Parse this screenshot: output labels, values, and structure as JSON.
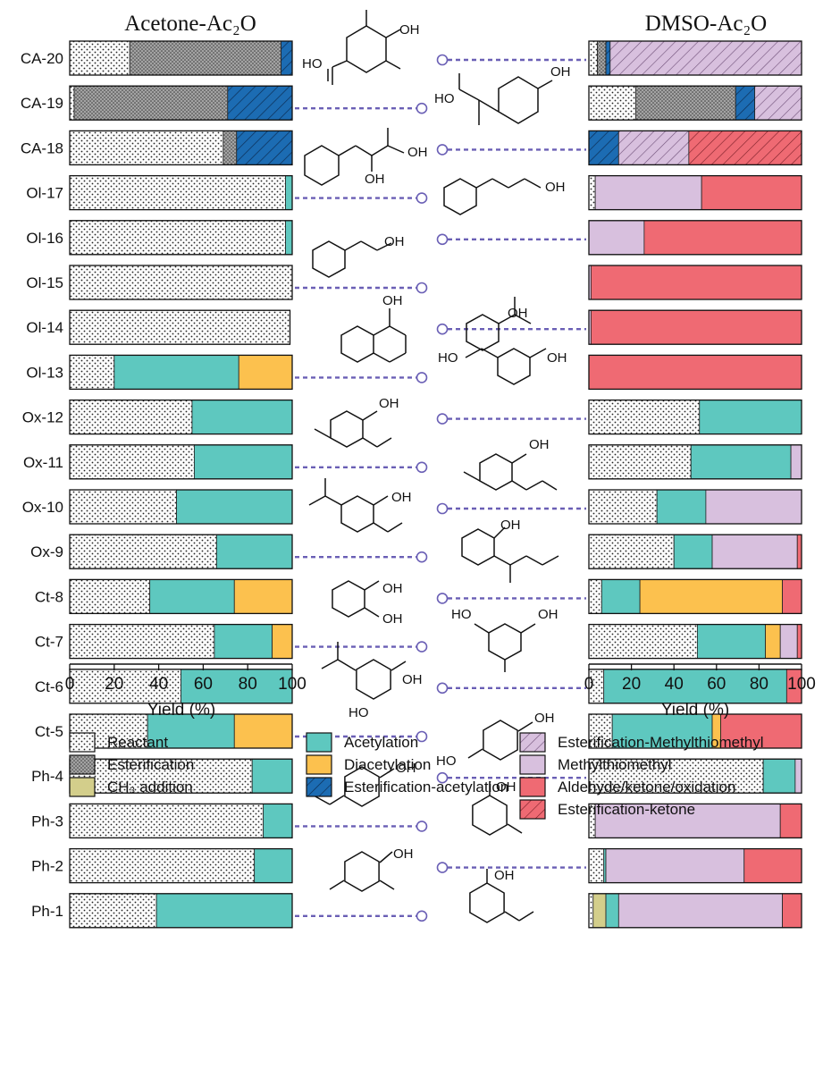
{
  "chart_data": [
    {
      "type": "bar",
      "orientation": "horizontal",
      "stacked": true,
      "title": "Acetone-Ac₂O",
      "xlabel": "Yield (%)",
      "xlim": [
        0,
        100
      ],
      "xticks": [
        "0",
        "20",
        "40",
        "60",
        "80",
        "100"
      ],
      "categories": [
        "CA-20",
        "CA-19",
        "CA-18",
        "Ol-17",
        "Ol-16",
        "Ol-15",
        "Ol-14",
        "Ol-13",
        "Ox-12",
        "Ox-11",
        "Ox-10",
        "Ox-9",
        "Ct-8",
        "Ct-7",
        "Ct-6",
        "Ct-5",
        "Ph-4",
        "Ph-3",
        "Ph-2",
        "Ph-1"
      ],
      "series": [
        {
          "name": "Reactant",
          "values": [
            27,
            2,
            69,
            97,
            97,
            100,
            99,
            20,
            55,
            56,
            48,
            66,
            36,
            65,
            50,
            35,
            82,
            87,
            83,
            39
          ]
        },
        {
          "name": "Esterification",
          "values": [
            68,
            69,
            6,
            0,
            0,
            0,
            0,
            0,
            0,
            0,
            0,
            0,
            0,
            0,
            0,
            0,
            0,
            0,
            0,
            0
          ]
        },
        {
          "name": "CH₃ addition",
          "values": [
            0,
            0,
            0,
            0,
            0,
            0,
            0,
            0,
            0,
            0,
            0,
            0,
            0,
            0,
            0,
            0,
            0,
            0,
            0,
            0
          ]
        },
        {
          "name": "Acetylation",
          "values": [
            0,
            0,
            0,
            3,
            3,
            0,
            0,
            56,
            45,
            44,
            52,
            34,
            38,
            26,
            50,
            39,
            18,
            13,
            17,
            61
          ]
        },
        {
          "name": "Diacetylation",
          "values": [
            0,
            0,
            0,
            0,
            0,
            0,
            0,
            24,
            0,
            0,
            0,
            0,
            26,
            9,
            0,
            26,
            0,
            0,
            0,
            0
          ]
        },
        {
          "name": "Esterification-acetylation",
          "values": [
            5,
            29,
            25,
            0,
            0,
            0,
            0,
            0,
            0,
            0,
            0,
            0,
            0,
            0,
            0,
            0,
            0,
            0,
            0,
            0
          ]
        },
        {
          "name": "Esterification-Methylthiomethyl",
          "values": [
            0,
            0,
            0,
            0,
            0,
            0,
            0,
            0,
            0,
            0,
            0,
            0,
            0,
            0,
            0,
            0,
            0,
            0,
            0,
            0
          ]
        },
        {
          "name": "Methylthiomethyl",
          "values": [
            0,
            0,
            0,
            0,
            0,
            0,
            0,
            0,
            0,
            0,
            0,
            0,
            0,
            0,
            0,
            0,
            0,
            0,
            0,
            0
          ]
        },
        {
          "name": "Aldehyde/ketone/oxidation",
          "values": [
            0,
            0,
            0,
            0,
            0,
            0,
            0,
            0,
            0,
            0,
            0,
            0,
            0,
            0,
            0,
            0,
            0,
            0,
            0,
            0
          ]
        },
        {
          "name": "Esterification-ketone",
          "values": [
            0,
            0,
            0,
            0,
            0,
            0,
            0,
            0,
            0,
            0,
            0,
            0,
            0,
            0,
            0,
            0,
            0,
            0,
            0,
            0
          ]
        }
      ]
    },
    {
      "type": "bar",
      "orientation": "horizontal",
      "stacked": true,
      "title": "DMSO-Ac₂O",
      "xlabel": "Yield (%)",
      "xlim": [
        0,
        100
      ],
      "xticks": [
        "0",
        "20",
        "40",
        "60",
        "80",
        "100"
      ],
      "categories": [
        "CA-20",
        "CA-19",
        "CA-18",
        "Ol-17",
        "Ol-16",
        "Ol-15",
        "Ol-14",
        "Ol-13",
        "Ox-12",
        "Ox-11",
        "Ox-10",
        "Ox-9",
        "Ct-8",
        "Ct-7",
        "Ct-6",
        "Ct-5",
        "Ph-4",
        "Ph-3",
        "Ph-2",
        "Ph-1"
      ],
      "series": [
        {
          "name": "Reactant",
          "values": [
            4,
            22,
            0,
            3,
            0,
            0,
            0,
            0,
            52,
            48,
            32,
            40,
            6,
            51,
            7,
            11,
            82,
            3,
            7,
            2
          ]
        },
        {
          "name": "Esterification",
          "values": [
            4,
            47,
            0,
            0,
            0,
            0,
            0,
            0,
            0,
            0,
            0,
            0,
            0,
            0,
            0,
            0,
            0,
            0,
            0,
            0
          ]
        },
        {
          "name": "CH₃ addition",
          "values": [
            0,
            0,
            0,
            0,
            0,
            0,
            0,
            0,
            0,
            0,
            0,
            0,
            0,
            0,
            0,
            0,
            0,
            0,
            0,
            6
          ]
        },
        {
          "name": "Acetylation",
          "values": [
            0,
            0,
            0,
            0,
            0,
            0,
            0,
            0,
            48,
            47,
            23,
            18,
            18,
            32,
            86,
            47,
            15,
            0,
            1,
            6
          ]
        },
        {
          "name": "Diacetylation",
          "values": [
            0,
            0,
            0,
            0,
            0,
            0,
            0,
            0,
            0,
            0,
            0,
            0,
            67,
            7,
            0,
            4,
            0,
            0,
            0,
            0
          ]
        },
        {
          "name": "Esterification-acetylation",
          "values": [
            2,
            9,
            14,
            0,
            0,
            0,
            0,
            0,
            0,
            0,
            0,
            0,
            0,
            0,
            0,
            0,
            0,
            0,
            0,
            0
          ]
        },
        {
          "name": "Esterification-Methylthiomethyl",
          "values": [
            90,
            22,
            33,
            0,
            0,
            0,
            0,
            0,
            0,
            0,
            0,
            0,
            0,
            0,
            0,
            0,
            0,
            0,
            0,
            0
          ]
        },
        {
          "name": "Methylthiomethyl",
          "values": [
            0,
            0,
            0,
            50,
            26,
            1,
            1,
            0,
            0,
            5,
            45,
            40,
            0,
            8,
            0,
            0,
            3,
            87,
            65,
            77
          ]
        },
        {
          "name": "Aldehyde/ketone/oxidation",
          "values": [
            0,
            0,
            0,
            47,
            74,
            99,
            99,
            100,
            0,
            0,
            0,
            2,
            9,
            2,
            7,
            38,
            0,
            10,
            27,
            9
          ]
        },
        {
          "name": "Esterification-ketone",
          "values": [
            0,
            0,
            53,
            0,
            0,
            0,
            0,
            0,
            0,
            0,
            0,
            0,
            0,
            0,
            0,
            0,
            0,
            0,
            0,
            0
          ]
        }
      ]
    }
  ],
  "legend": {
    "placement": "bottom",
    "columns": [
      [
        "Reactant",
        "Esterification",
        "CH₃ addition"
      ],
      [
        "Acetylation",
        "Diacetylation",
        "Esterification-acetylation"
      ],
      [
        "Esterification-Methylthiomethyl",
        "Methylthiomethyl",
        "Aldehyde/ketone/oxidation",
        "Esterification-ketone"
      ]
    ]
  },
  "series_style": {
    "Reactant": {
      "color": "#fbfbfb",
      "pattern": "sparse-dots"
    },
    "Esterification": {
      "color": "#a3a3a3",
      "pattern": "dense-dots"
    },
    "CH₃ addition": {
      "color": "#d3ce8b",
      "pattern": "none"
    },
    "Acetylation": {
      "color": "#5ec8bf",
      "pattern": "none"
    },
    "Diacetylation": {
      "color": "#fcc14e",
      "pattern": "none"
    },
    "Esterification-acetylation": {
      "color": "#1c6cb3",
      "pattern": "hatch"
    },
    "Esterification-Methylthiomethyl": {
      "color": "#d8c0de",
      "pattern": "hatch"
    },
    "Methylthiomethyl": {
      "color": "#d8c0de",
      "pattern": "none"
    },
    "Aldehyde/ketone/oxidation": {
      "color": "#ef6a73",
      "pattern": "none"
    },
    "Esterification-ketone": {
      "color": "#ef6a73",
      "pattern": "hatch"
    }
  },
  "connector_color": "#6a5fb5",
  "molecule_labels": {
    "ca20": [
      "HO",
      "OH"
    ],
    "ca19": [
      "HO",
      "OH"
    ],
    "ca18": [
      "OH",
      "OH"
    ],
    "ol17": [
      "OH"
    ],
    "ol16": [
      "OH"
    ],
    "ol15": [
      "OH"
    ],
    "ol14": [
      "OH"
    ],
    "ol13": [
      "HO",
      "OH"
    ],
    "ox12": [
      "OH"
    ],
    "ox11": [
      "OH"
    ],
    "ox10": [
      "OH"
    ],
    "ox9": [
      "OH"
    ],
    "ct8": [
      "OH",
      "OH"
    ],
    "ct7": [
      "HO",
      "OH"
    ],
    "ct6": [
      "OH",
      "HO"
    ],
    "ct5": [
      "OH",
      "HO"
    ],
    "ph4": [
      "OH"
    ],
    "ph3": [
      "OH"
    ],
    "ph2": [
      "OH"
    ],
    "ph1": [
      "OH"
    ]
  }
}
